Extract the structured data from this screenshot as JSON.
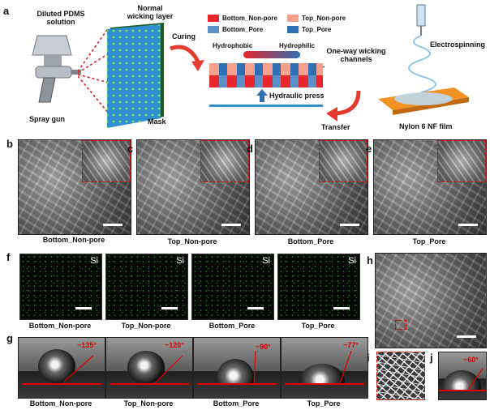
{
  "panel_a": {
    "letter": "a",
    "diluted_pdms": "Diluted PDMS",
    "solution": "solution",
    "spray_gun": "Spray gun",
    "normal": "Normal",
    "wicking_layer": "wicking layer",
    "mask": "Mask",
    "curing": "Curing",
    "legend": {
      "bottom_nonpore": "Bottom_Non-pore",
      "top_nonpore": "Top_Non-pore",
      "bottom_pore": "Bottom_Pore",
      "top_pore": "Top_Pore"
    },
    "hydrophobic": "Hydrophobic",
    "hydrophilic": "Hydrophilic",
    "one_way": "One-way wicking",
    "channels": "channels",
    "hydraulic_press": "Hydraulic press",
    "transfer": "Transfer",
    "electrospinning": "Electrospinning",
    "nylon_film": "Nylon 6 NF film",
    "colors": {
      "bottom_nonpore": "#e8262d",
      "top_nonpore": "#f5a08d",
      "bottom_pore": "#5b8fc8",
      "top_pore": "#2f6fb3",
      "arrow": "#e63a2e"
    }
  },
  "sem_row": {
    "b": {
      "letter": "b",
      "caption": "Bottom_Non-pore"
    },
    "c": {
      "letter": "c",
      "caption": "Top_Non-pore"
    },
    "d": {
      "letter": "d",
      "caption": "Bottom_Pore"
    },
    "e": {
      "letter": "e",
      "caption": "Top_Pore"
    }
  },
  "eds_row": {
    "letter": "f",
    "element": "Si",
    "captions": [
      "Bottom_Non-pore",
      "Top_Non-pore",
      "Bottom_Pore",
      "Top_Pore"
    ]
  },
  "contact_angle_row": {
    "letter": "g",
    "angles": [
      "~135°",
      "~120°",
      "~90°",
      "~77°"
    ],
    "captions": [
      "Bottom_Non-pore",
      "Top_Non-pore",
      "Bottom_Pore",
      "Top_Pore"
    ]
  },
  "panel_h": {
    "letter": "h"
  },
  "panel_i": {
    "letter": "i"
  },
  "panel_j": {
    "letter": "j",
    "angle": "~60°"
  }
}
